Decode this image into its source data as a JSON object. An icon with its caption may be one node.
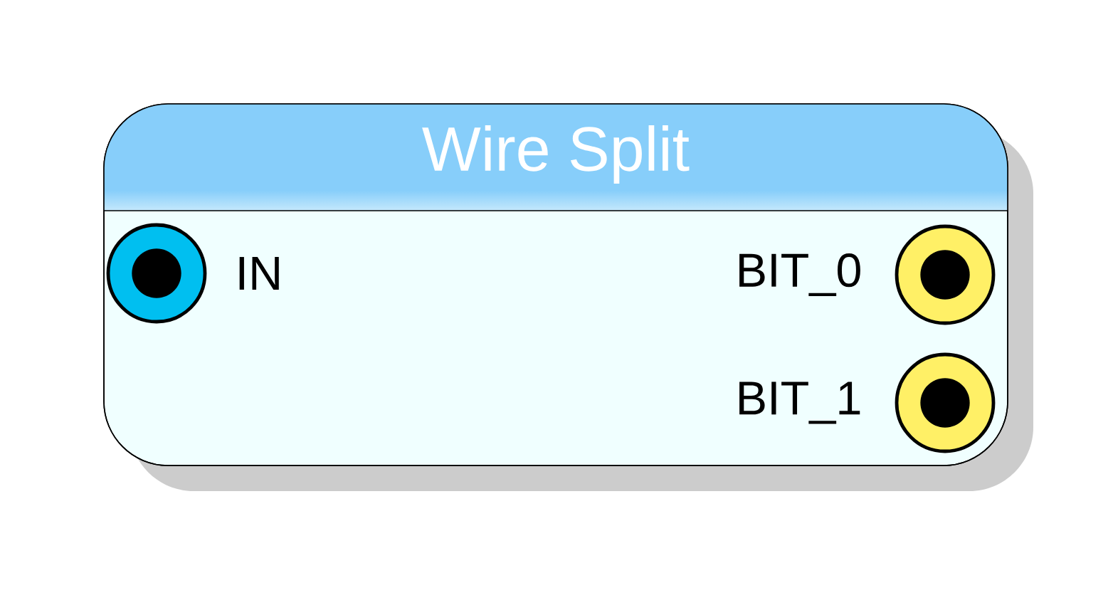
{
  "diagram": {
    "nodes": [
      {
        "text": [
          "Wire Split"
        ]
      },
      {
        "text": [],
        "shape": "circle",
        "in": 0
      },
      {
        "text": [],
        "shape": "circle",
        "in": 0
      },
      {
        "text": [],
        "shape": "circle",
        "in": 0
      }
    ],
    "labels": [
      "IN",
      "BIT_0",
      "BIT_1"
    ]
  }
}
